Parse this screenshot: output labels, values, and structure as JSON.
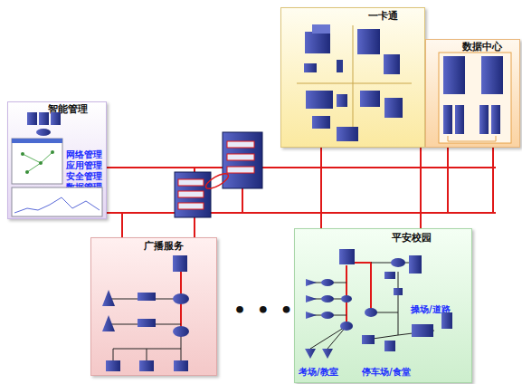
{
  "diagram": {
    "nodes": [
      {
        "text": [
          "智能管理",
          "网络管理",
          "应用管理",
          "安全管理",
          "数据管理"
        ]
      },
      {
        "text": [
          "一卡通"
        ]
      },
      {
        "text": [
          "数据中心"
        ]
      },
      {
        "text": [
          "广播服务"
        ]
      },
      {
        "text": [
          "平安校园",
          "操场/道路",
          "考场/教室",
          "停车场/食堂"
        ]
      }
    ],
    "labels": [
      "• • •"
    ]
  }
}
